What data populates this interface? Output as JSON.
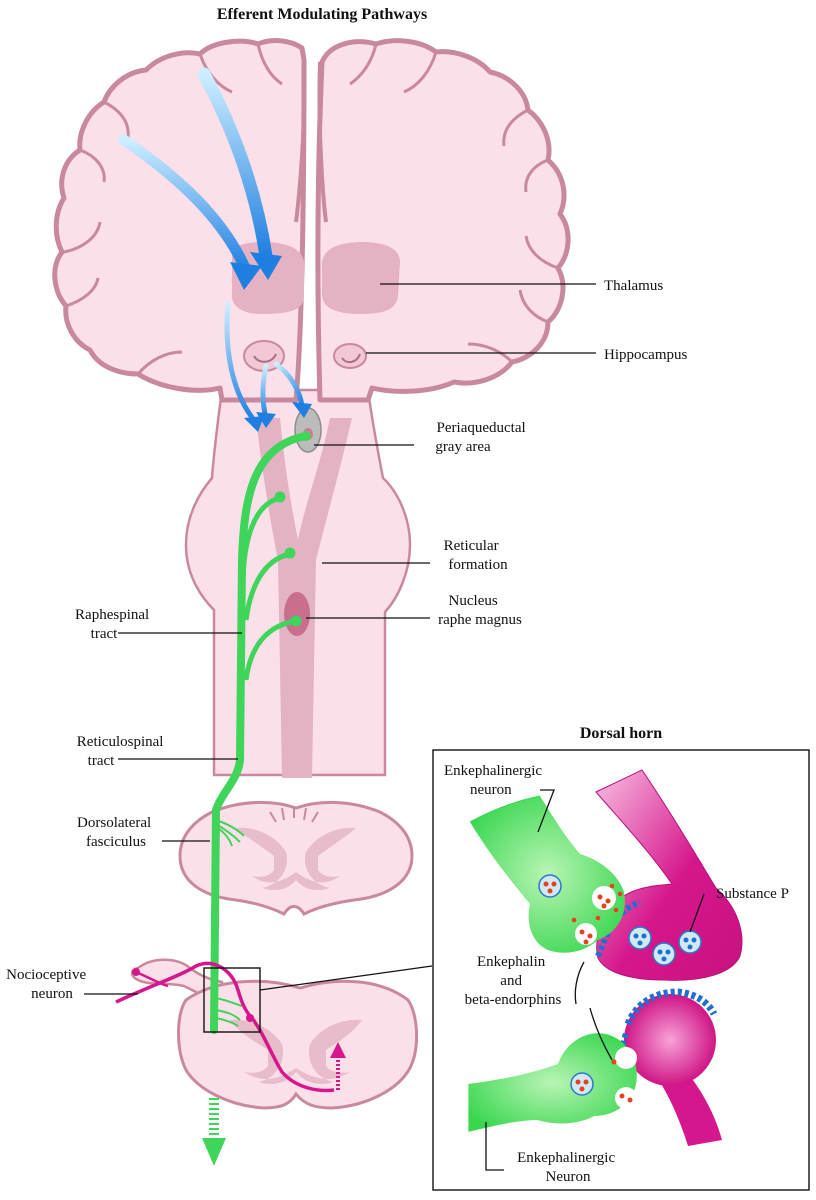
{
  "title": "Efferent Modulating Pathways",
  "inset_title": "Dorsal horn",
  "labels": {
    "thalamus": "Thalamus",
    "hippocampus": "Hippocampus",
    "periaqueductal": [
      "Periaqueductal",
      "gray area"
    ],
    "reticular_formation": [
      "Reticular",
      "formation"
    ],
    "nucleus_raphe_magnus": [
      "Nucleus",
      "raphe magnus"
    ],
    "raphespinal_tract": [
      "Raphespinal",
      "tract"
    ],
    "reticulospinal_tract": [
      "Reticulospinal",
      "tract"
    ],
    "dorsolateral_fasciculus": [
      "Dorsolateral",
      "fasciculus"
    ],
    "nocioceptive_neuron": [
      "Nocioceptive",
      "neuron"
    ],
    "enkephalinergic_neuron_top": [
      "Enkephalinergic",
      "neuron"
    ],
    "substance_p": "Substance P",
    "enkephalin": [
      "Enkephalin",
      "and",
      "beta-endorphins"
    ],
    "enkephalinergic_neuron_bottom": [
      "Enkephalinergic",
      "Neuron"
    ]
  },
  "colors": {
    "brain_fill": "#fbe0ea",
    "brain_outline": "#c9899c",
    "green_tract": "#3fd45a",
    "blue_arrow": "#2d8ce0",
    "magenta_neuron": "#d6168c",
    "synapse_blue": "#1f6fd1",
    "vesicle_red": "#e8401c"
  }
}
